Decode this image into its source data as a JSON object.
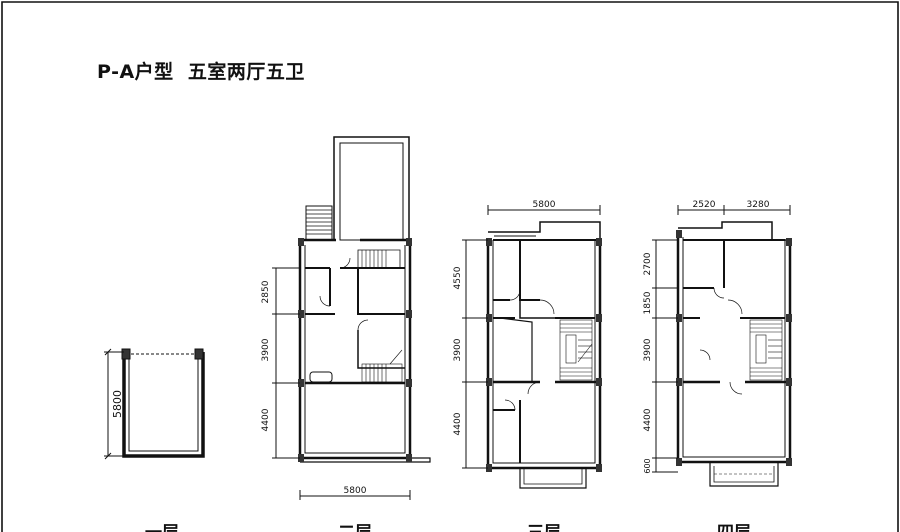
{
  "drawing": {
    "title": "P-A户型  五室两厅五卫",
    "line_color": "#111111"
  },
  "floors": [
    {
      "label": "一层",
      "dimensions": {
        "vertical": [
          "5800"
        ]
      }
    },
    {
      "label": "二层",
      "dimensions": {
        "horizontal": [
          "5800"
        ],
        "vertical": [
          "2850",
          "3900",
          "4400"
        ]
      }
    },
    {
      "label": "三层",
      "dimensions": {
        "horizontal": [
          "5800"
        ],
        "vertical": [
          "4550",
          "3900",
          "4400"
        ]
      }
    },
    {
      "label": "四层",
      "dimensions": {
        "horizontal": [
          "2520",
          "3280"
        ],
        "vertical": [
          "2700",
          "1850",
          "3900",
          "4400",
          "600"
        ]
      }
    }
  ]
}
